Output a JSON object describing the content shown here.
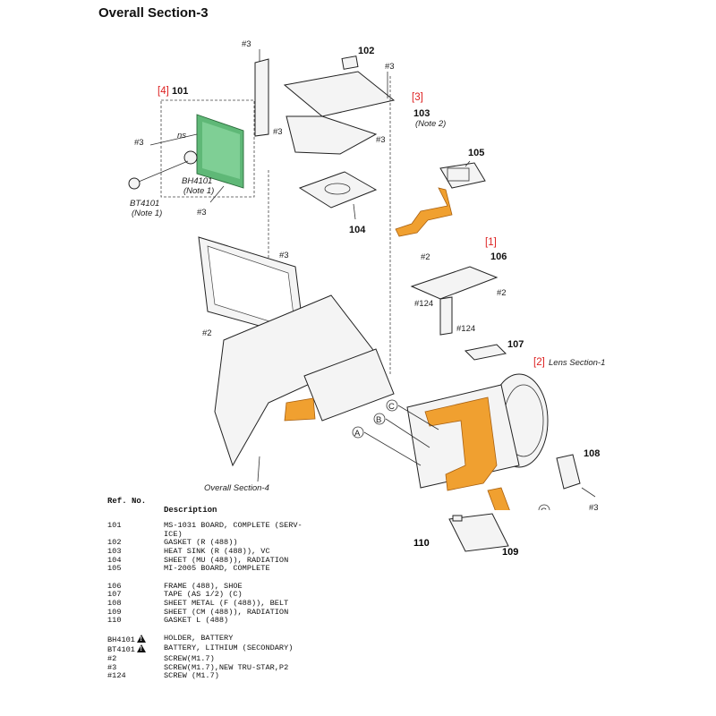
{
  "title": "Overall Section-3",
  "callouts": {
    "c4": "[4]",
    "c3": "[3]",
    "c1": "[1]",
    "c2": "[2]",
    "lens_section": "Lens Section-1",
    "overall_section4": "Overall Section-4",
    "note1a": "(Note 1)",
    "note1b": "(Note 1)",
    "note2": "(Note 2)",
    "ns": "ns"
  },
  "parts": {
    "p101": "101",
    "p102": "102",
    "p103": "103",
    "p104": "104",
    "p105": "105",
    "p106": "106",
    "p107": "107",
    "p108": "108",
    "p109": "109",
    "p110": "110",
    "bh4101": "BH4101",
    "bt4101": "BT4101"
  },
  "screws": {
    "s3": "#3",
    "s2": "#2",
    "s124": "#124"
  },
  "connectors": {
    "a": "A",
    "b": "B",
    "c": "C"
  },
  "legend": {
    "ref_header": "Ref. No.",
    "desc_header": "Description",
    "rows": [
      {
        "ref": "101",
        "desc": "MS-1031 BOARD, COMPLETE (SERV-\nICE)"
      },
      {
        "ref": "102",
        "desc": "GASKET (R (488))"
      },
      {
        "ref": "103",
        "desc": "HEAT SINK (R (488)), VC"
      },
      {
        "ref": "104",
        "desc": "SHEET (MU (488)), RADIATION"
      },
      {
        "ref": "105",
        "desc": "MI-2005 BOARD, COMPLETE"
      },
      {
        "ref": "106",
        "desc": "FRAME (488), SHOE"
      },
      {
        "ref": "107",
        "desc": "TAPE (AS 1/2) (C)"
      },
      {
        "ref": "108",
        "desc": "SHEET METAL (F (488)), BELT"
      },
      {
        "ref": "109",
        "desc": "SHEET (CM (488)), RADIATION"
      },
      {
        "ref": "110",
        "desc": "GASKET L (488)"
      },
      {
        "ref": "BH4101",
        "desc": "HOLDER, BATTERY",
        "warn": true
      },
      {
        "ref": "BT4101",
        "desc": "BATTERY, LITHIUM (SECONDARY)",
        "warn": true
      },
      {
        "ref": "#2",
        "desc": "SCREW(M1.7)"
      },
      {
        "ref": "#3",
        "desc": "SCREW(M1.7),NEW TRU-STAR,P2"
      },
      {
        "ref": "#124",
        "desc": "SCREW (M1.7)"
      }
    ]
  },
  "colors": {
    "board": "#5fb877",
    "flex": "#f0a030",
    "callout": "#d22222"
  }
}
